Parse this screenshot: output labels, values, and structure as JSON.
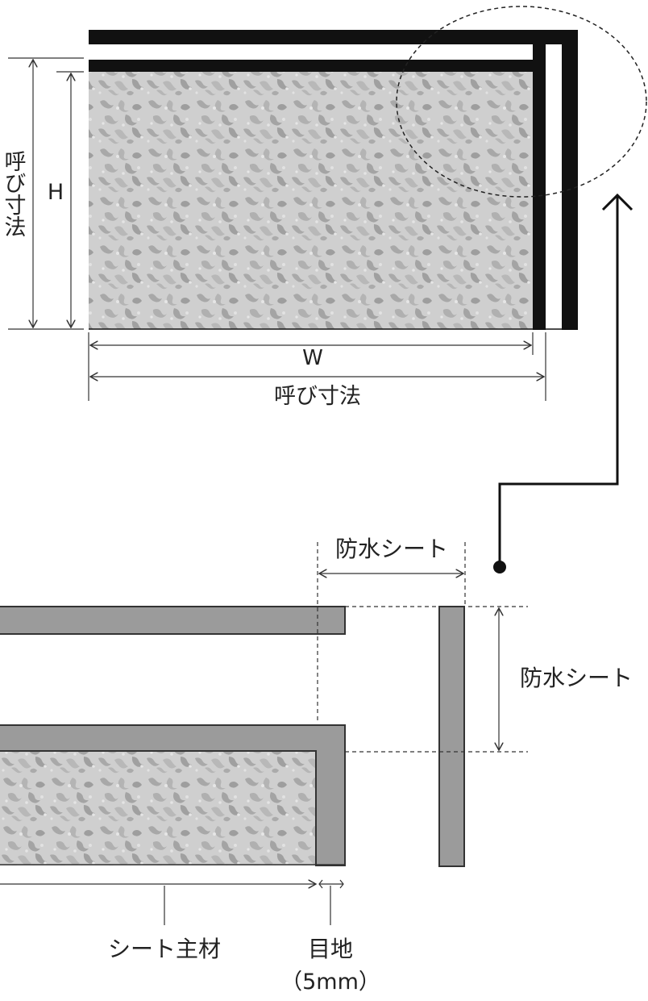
{
  "diagram": {
    "top": {
      "nominal_vertical": "呼び寸法",
      "height_label": "H",
      "width_label": "W",
      "nominal_horizontal": "呼び寸法"
    },
    "detail": {
      "waterproof_sheet_width": "防水シート",
      "waterproof_sheet_height": "防水シート",
      "sheet_main_material": "シート主材",
      "joint_label": "目地",
      "joint_size": "（5mm）"
    }
  }
}
